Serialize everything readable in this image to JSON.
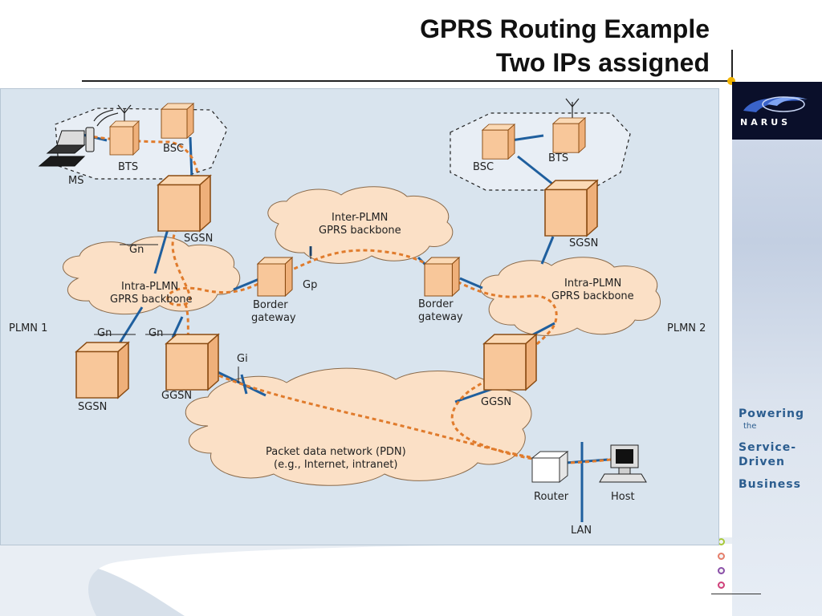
{
  "slide": {
    "title_line1": "GPRS Routing Example",
    "title_line2": "Two IPs assigned"
  },
  "branding": {
    "logo_text": "NARUS",
    "tagline": [
      "Powering",
      "the",
      "Service-",
      "Driven",
      "Business"
    ],
    "accent_color": "#2b5d8f",
    "nav_dot_colors": [
      "#a7c93a",
      "#e57e6a",
      "#8a4fa8",
      "#d0407a"
    ]
  },
  "diagram": {
    "colors": {
      "node_fill": "#f8c79a",
      "node_stroke": "#8a4b12",
      "cloud_fill": "#fbe0c6",
      "cloud_stroke": "#8a6a4a",
      "link": "#1f5f9e",
      "route": "#e07b2c",
      "panel_bg": "#d9e4ee"
    },
    "labels": {
      "ms": "MS",
      "bts1": "BTS",
      "bsc1": "BSC",
      "sgsn1_top": "SGSN",
      "gn_top": "Gn",
      "intra1_l1": "Intra-PLMN",
      "intra1_l2": "GPRS backbone",
      "plmn1": "PLMN 1",
      "gn_left": "Gn",
      "gn_mid": "Gn",
      "sgsn1_bottom": "SGSN",
      "ggsn1": "GGSN",
      "gi": "Gi",
      "border1_l1": "Border",
      "border1_l2": "gateway",
      "gp": "Gp",
      "inter_l1": "Inter-PLMN",
      "inter_l2": "GPRS backbone",
      "border2_l1": "Border",
      "border2_l2": "gateway",
      "bsc2": "BSC",
      "bts2": "BTS",
      "sgsn2": "SGSN",
      "intra2_l1": "Intra-PLMN",
      "intra2_l2": "GPRS backbone",
      "plmn2": "PLMN 2",
      "ggsn2": "GGSN",
      "pdn_l1": "Packet data network (PDN)",
      "pdn_l2": "(e.g., Internet, intranet)",
      "router": "Router",
      "host": "Host",
      "lan": "LAN"
    }
  }
}
